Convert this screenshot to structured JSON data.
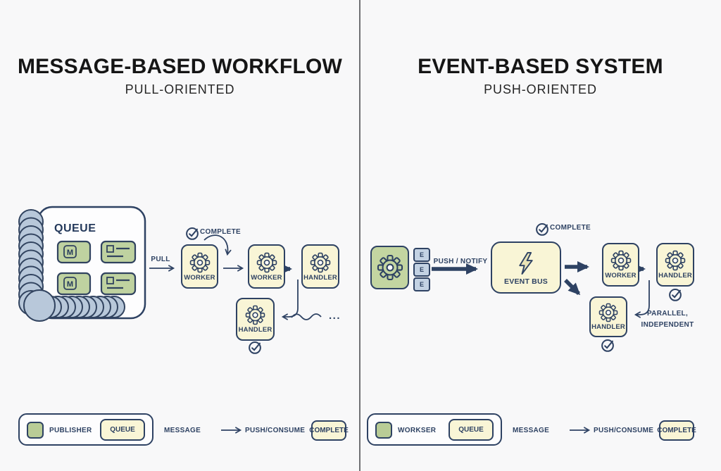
{
  "left": {
    "title": "MESSAGE-BASED WORKFLOW",
    "subtitle": "PULL-ORIENTED",
    "queue_label": "QUEUE",
    "message_letter": "M",
    "pull_label": "PULL",
    "complete_label": "COMPLETE",
    "workers": [
      "WORKER",
      "WORKER"
    ],
    "handlers": [
      "HANDLER",
      "HANDLER"
    ],
    "ellipsis": "...",
    "legend": {
      "publisher": "PUBLISHER",
      "queue": "QUEUE",
      "message": "MESSAGE",
      "push_consume": "PUSH/CONSUME",
      "complete": "COMPLETE"
    }
  },
  "right": {
    "title": "EVENT-BASED SYSTEM",
    "subtitle": "PUSH-ORIENTED",
    "event_letters": [
      "E",
      "E",
      "E"
    ],
    "push_notify_label": "PUSH / NOTIFY",
    "event_bus_label": "EVENT BUS",
    "complete_label": "COMPLETE",
    "worker_label": "WORKER",
    "handlers": [
      "HANDLER",
      "HANDLER"
    ],
    "parallel_lines": [
      "PARALLEL,",
      "INDEPENDENT"
    ],
    "legend": {
      "worker": "WORKSER",
      "queue": "QUEUE",
      "message": "MESSAGE",
      "push_consume": "PUSH/CONSUME",
      "complete": "COMPLETE"
    }
  },
  "colors": {
    "ink_navy": "#2e4263",
    "node_yellow": "#f9f5d6",
    "publisher_green": "#c3d5a1",
    "coil_blue": "#b8c8da",
    "event_blue": "#c3d2e3",
    "divider_gray": "#707174",
    "background": "#f8f8f9"
  }
}
